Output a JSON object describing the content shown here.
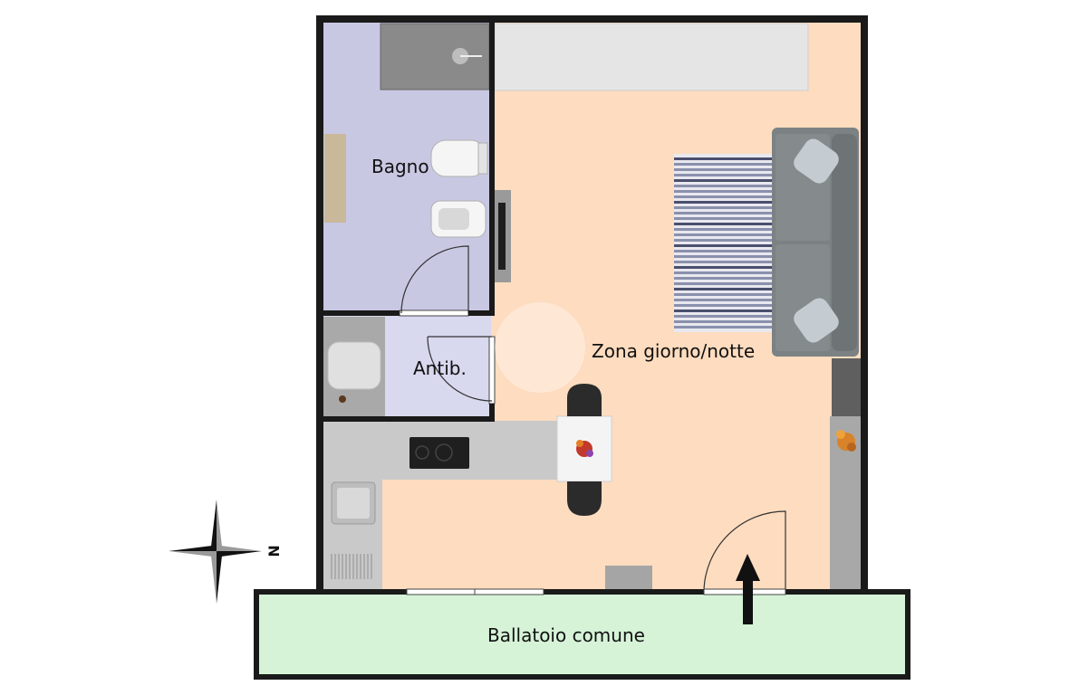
{
  "rooms": {
    "bagno": "Bagno",
    "antibagno": "Antib.",
    "zona_giorno_notte": "Zona giorno/notte",
    "ballatoio": "Ballatoio comune"
  },
  "compass": {
    "north_label": "N"
  },
  "colors": {
    "bagno": "#c8c8e3",
    "antibagno": "#d8d8ee",
    "zona_giorno_notte": "#fddcbf",
    "ballatoio": "#d6f3d8",
    "wall": "#1a1a1a",
    "countertop": "#c9c9c9",
    "sofa": "#7c8284"
  },
  "icons": [
    "shower-icon",
    "toilet-icon",
    "bidet-icon",
    "sink-icon",
    "washbasin-icon",
    "cooktop-icon",
    "sofa-icon",
    "rug-icon",
    "tv-icon",
    "dining-table-icon",
    "chair-icon",
    "flower-vase-icon",
    "entrance-arrow-icon",
    "compass-rose-icon"
  ]
}
